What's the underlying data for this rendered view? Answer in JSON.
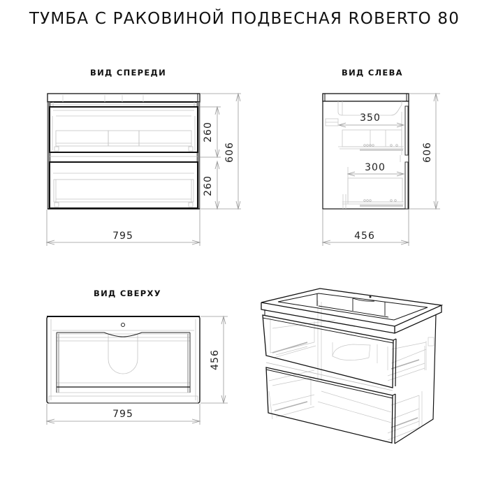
{
  "title": "ТУМБА С РАКОВИНОЙ ПОДВЕСНАЯ ROBERTO 80",
  "views": {
    "front": {
      "label": "ВИД СПЕРЕДИ",
      "dimensions": {
        "width": "795",
        "total_height": "606",
        "upper_drawer_height": "260",
        "lower_drawer_height": "260"
      }
    },
    "side": {
      "label": "ВИД СЛЕВА",
      "dimensions": {
        "depth": "456",
        "total_height": "606",
        "upper_drawer_depth": "350",
        "lower_drawer_depth": "300"
      }
    },
    "top": {
      "label": "ВИД СВЕРХУ",
      "dimensions": {
        "width": "795",
        "depth": "456"
      }
    },
    "isometric": {
      "label": ""
    }
  },
  "colors": {
    "outline": "#111111",
    "hidden_line": "#bbbbbb",
    "dimension_line": "#999999",
    "background": "#ffffff"
  }
}
